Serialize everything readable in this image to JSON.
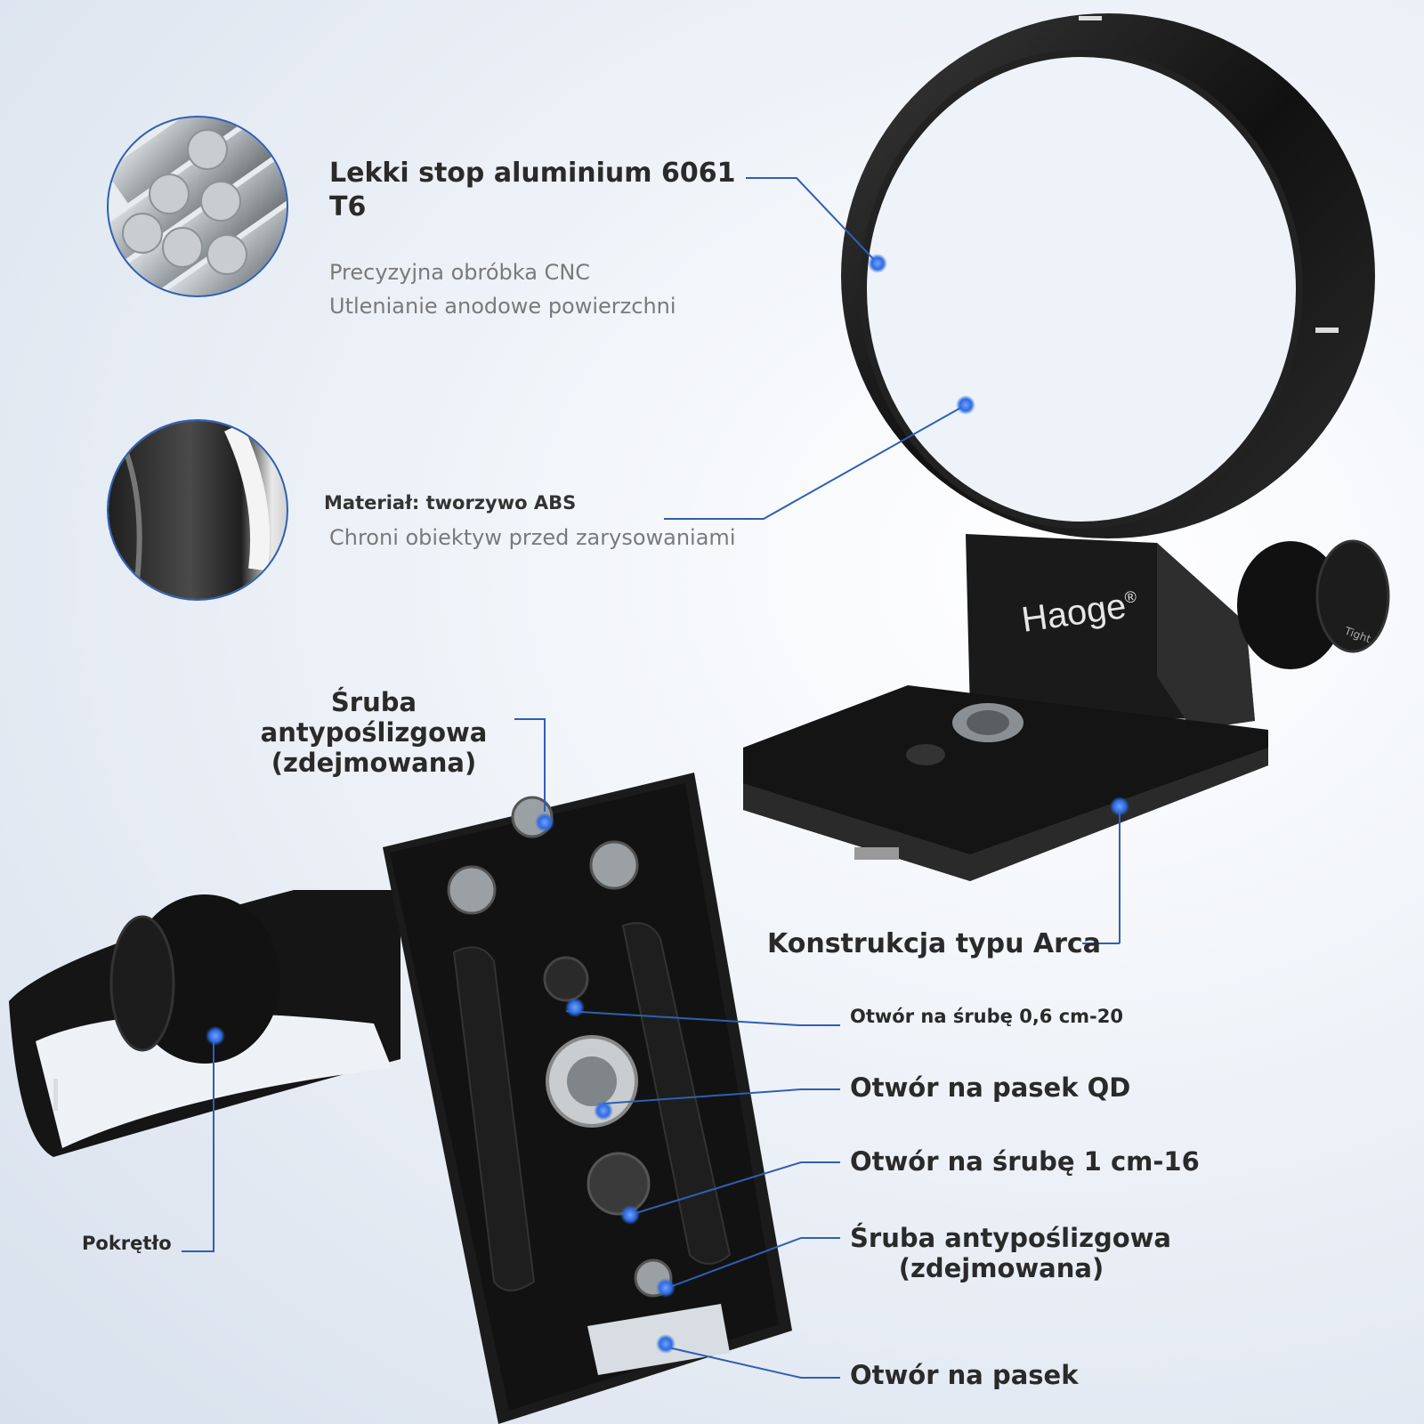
{
  "brand": {
    "logo_text": "Haoge",
    "registered_mark": "®",
    "knob_text": "Tight"
  },
  "features": {
    "aluminium": {
      "title_line1": "Lekki stop aluminium 6061",
      "title_line2": "T6",
      "line1": "Precyzyjna obróbka CNC",
      "line2": "Utlenianie anodowe powierzchni"
    },
    "abs": {
      "title": "Materiał: tworzywo ABS",
      "line1": "Chroni obiektyw przed zarysowaniami"
    },
    "anti_slip_top": {
      "line1": "Śruba",
      "line2": "antypoślizgowa",
      "line3": "(zdejmowana)"
    },
    "arca": {
      "label": "Konstrukcja typu Arca"
    },
    "quarter_hole": {
      "label": "Otwór na śrubę 0,6 cm-20"
    },
    "qd_hole": {
      "label": "Otwór na pasek QD"
    },
    "three_eighths_hole": {
      "label": "Otwór na śrubę 1 cm-16"
    },
    "anti_slip_bottom": {
      "line1": "Śruba antypoślizgowa",
      "line2": "(zdejmowana)"
    },
    "strap_hole": {
      "label": "Otwór na pasek"
    },
    "knob": {
      "label": "Pokrętło"
    }
  },
  "colors": {
    "accent": "#2f5fb3",
    "dot": "#2f6be0",
    "metal_dark": "#121212",
    "metal_mid": "#2a2a2a"
  }
}
